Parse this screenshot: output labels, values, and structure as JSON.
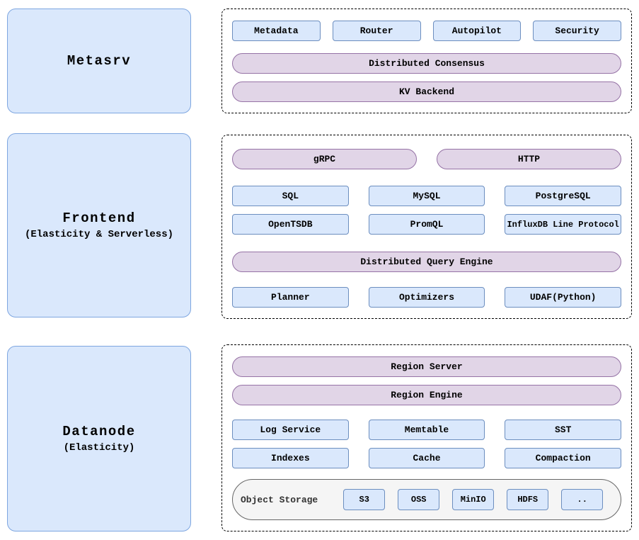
{
  "nodes": {
    "metasrv": {
      "title": "Metasrv"
    },
    "frontend": {
      "title": "Frontend",
      "subtitle": "(Elasticity & Serverless)"
    },
    "datanode": {
      "title": "Datanode",
      "subtitle": "(Elasticity)"
    }
  },
  "metasrv_panel": {
    "modules": [
      "Metadata",
      "Router",
      "Autopilot",
      "Security"
    ],
    "layers": [
      "Distributed Consensus",
      "KV Backend"
    ]
  },
  "frontend_panel": {
    "entry_pills": [
      "gRPC",
      "HTTP"
    ],
    "protocols_row1": [
      "SQL",
      "MySQL",
      "PostgreSQL"
    ],
    "protocols_row2": [
      "OpenTSDB",
      "PromQL",
      "InfluxDB Line Protocol"
    ],
    "engine_pill": "Distributed Query Engine",
    "engine_row": [
      "Planner",
      "Optimizers",
      "UDAF(Python)"
    ]
  },
  "datanode_panel": {
    "layers": [
      "Region Server",
      "Region Engine"
    ],
    "components_row1": [
      "Log Service",
      "Memtable",
      "SST"
    ],
    "components_row2": [
      "Indexes",
      "Cache",
      "Compaction"
    ],
    "object_storage": {
      "label": "Object Storage",
      "backends": [
        "S3",
        "OSS",
        "MinIO",
        "HDFS",
        ".."
      ]
    }
  },
  "colors": {
    "node_fill": "#dae8fc",
    "node_border": "#7ea6e0",
    "module_fill": "#dae8fc",
    "module_border": "#6c8ebf",
    "layer_fill": "#e1d5e7",
    "layer_border": "#9673a6",
    "storage_fill": "#f5f5f5",
    "storage_border": "#666666"
  }
}
